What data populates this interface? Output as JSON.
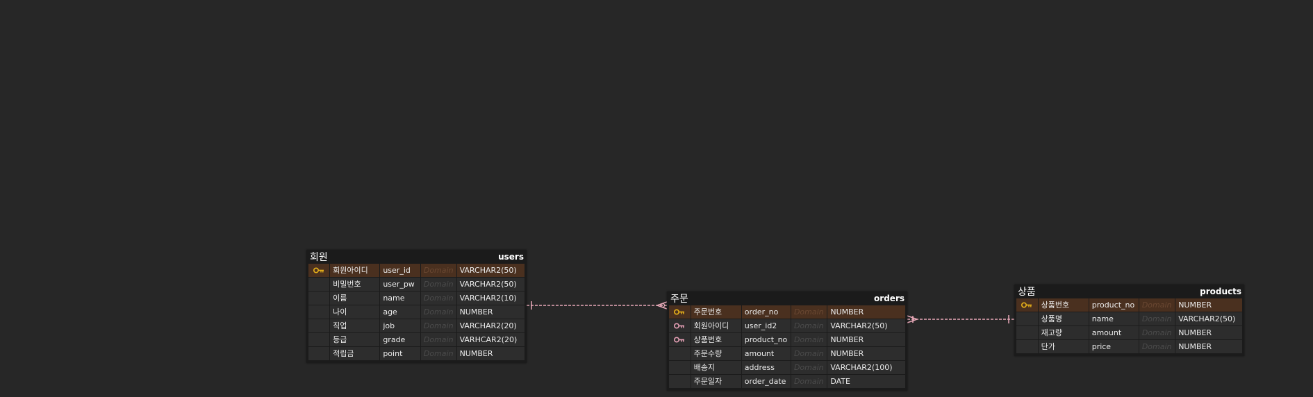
{
  "diagram": {
    "domain_placeholder": "Domain",
    "colors": {
      "background": "#272727",
      "entity_bg": "#1b1b1b",
      "cell_bg": "#2d2d2d",
      "pk_cell_bg": "#4a301f",
      "relationship_line": "#e8a9b8",
      "pk_icon": "#e8b21a",
      "fk_icon": "#e6a0b6"
    },
    "entities": {
      "users": {
        "logical_name": "회원",
        "physical_name": "users",
        "attributes": [
          {
            "key": "pk",
            "logical": "회원아이디",
            "physical": "user_id",
            "type": "VARCHAR2(50)"
          },
          {
            "key": "",
            "logical": "비밀번호",
            "physical": "user_pw",
            "type": "VARCHAR2(50)"
          },
          {
            "key": "",
            "logical": "이름",
            "physical": "name",
            "type": "VARCHAR2(10)"
          },
          {
            "key": "",
            "logical": "나이",
            "physical": "age",
            "type": "NUMBER"
          },
          {
            "key": "",
            "logical": "직업",
            "physical": "job",
            "type": "VARCHAR2(20)"
          },
          {
            "key": "",
            "logical": "등급",
            "physical": "grade",
            "type": "VARHCAR2(20)"
          },
          {
            "key": "",
            "logical": "적립금",
            "physical": "point",
            "type": "NUMBER"
          }
        ]
      },
      "orders": {
        "logical_name": "주문",
        "physical_name": "orders",
        "attributes": [
          {
            "key": "pk",
            "logical": "주문번호",
            "physical": "order_no",
            "type": "NUMBER"
          },
          {
            "key": "fk",
            "logical": "회원아이디",
            "physical": "user_id2",
            "type": "VARCHAR2(50)"
          },
          {
            "key": "fk",
            "logical": "상품번호",
            "physical": "product_no",
            "type": "NUMBER"
          },
          {
            "key": "",
            "logical": "주문수량",
            "physical": "amount",
            "type": "NUMBER"
          },
          {
            "key": "",
            "logical": "배송지",
            "physical": "address",
            "type": "VARCHAR2(100)"
          },
          {
            "key": "",
            "logical": "주문일자",
            "physical": "order_date",
            "type": "DATE"
          }
        ]
      },
      "products": {
        "logical_name": "상품",
        "physical_name": "products",
        "attributes": [
          {
            "key": "pk",
            "logical": "상품번호",
            "physical": "product_no",
            "type": "NUMBER"
          },
          {
            "key": "",
            "logical": "상품명",
            "physical": "name",
            "type": "VARCHAR2(50)"
          },
          {
            "key": "",
            "logical": "재고량",
            "physical": "amount",
            "type": "NUMBER"
          },
          {
            "key": "",
            "logical": "단가",
            "physical": "price",
            "type": "NUMBER"
          }
        ]
      }
    },
    "relationships": [
      {
        "from": "users",
        "to": "orders",
        "from_cardinality": "one-and-only-one",
        "to_cardinality": "zero-or-many",
        "line_style": "dashed"
      },
      {
        "from": "products",
        "to": "orders",
        "from_cardinality": "one-and-only-one",
        "to_cardinality": "zero-or-many",
        "line_style": "dashed"
      }
    ]
  }
}
